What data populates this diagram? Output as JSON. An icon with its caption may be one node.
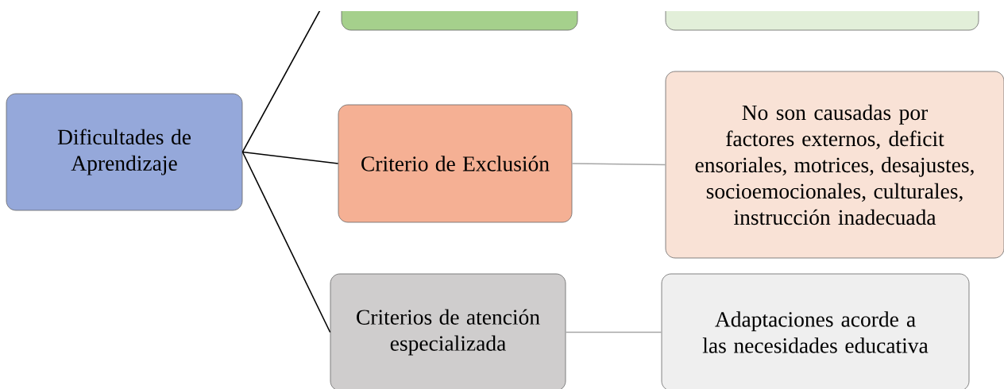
{
  "diagram": {
    "nodes": [
      {
        "text": [
          "Dificultades de Aprendizaje"
        ]
      },
      {
        "text": [],
        "shape": "box"
      },
      {
        "text": [],
        "shape": "box"
      },
      {
        "text": [
          "Criterio de Exclusión"
        ]
      },
      {
        "text": [
          "No son causadas por factores externos, deficit ensoriales, motrices, desajustes, socioemocionales, culturales, instrucción inadecuada"
        ]
      },
      {
        "text": [
          "Criterios de atención especializada"
        ]
      },
      {
        "text": [
          "Adaptaciones acorde a las necesidades educativa"
        ]
      }
    ],
    "edges": [
      {
        "from": 0,
        "to": 1,
        "arrow": "none"
      },
      {
        "from": 0,
        "to": 3,
        "arrow": "none"
      },
      {
        "from": 0,
        "to": 5,
        "arrow": "none"
      },
      {
        "from": 3,
        "to": 4,
        "arrow": "none",
        "color": "#a6a6a6"
      },
      {
        "from": 5,
        "to": 6,
        "arrow": "none",
        "color": "#a6a6a6"
      }
    ]
  }
}
